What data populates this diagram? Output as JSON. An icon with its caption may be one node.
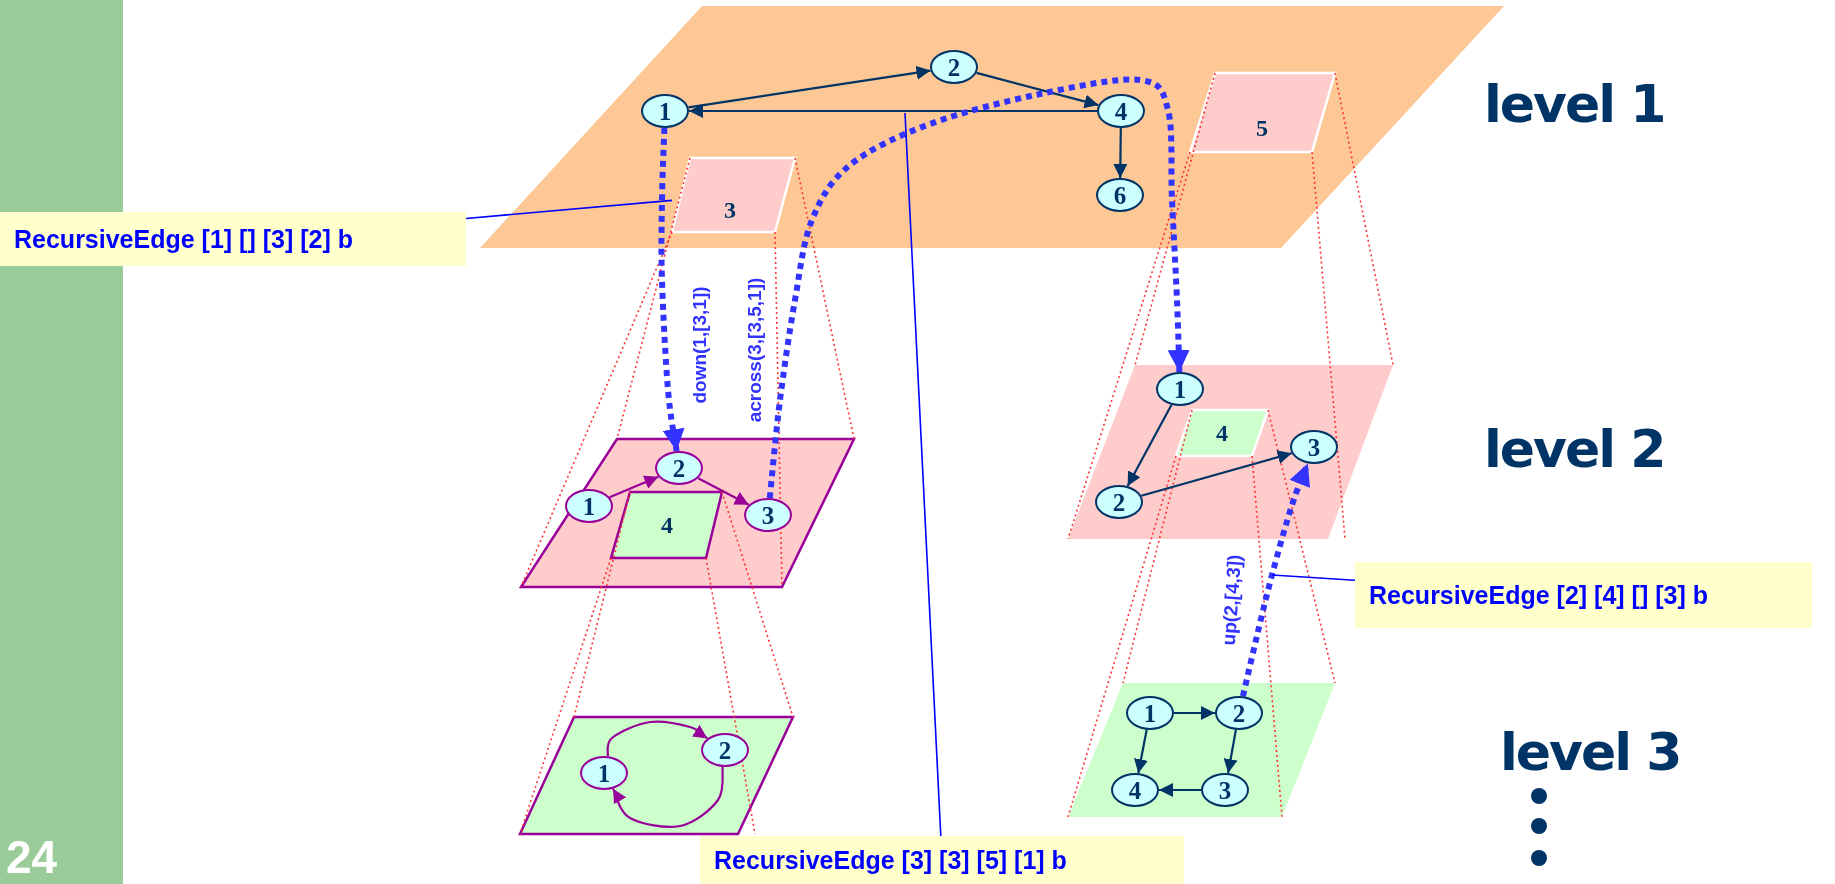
{
  "diagram": {
    "nodes": [
      {
        "text": [],
        "shape": "parallelogram"
      },
      {
        "text": [
          "1"
        ],
        "in": 0
      },
      {
        "text": [
          "2"
        ],
        "in": 0
      },
      {
        "text": [
          "4"
        ],
        "in": 0
      },
      {
        "text": [
          "6"
        ],
        "in": 0
      },
      {
        "text": [
          "3"
        ],
        "in": 0
      },
      {
        "text": [
          "5"
        ],
        "in": 0
      },
      {
        "text": [],
        "shape": "parallelogram"
      },
      {
        "text": [
          "1"
        ],
        "in": 7
      },
      {
        "text": [
          "2"
        ],
        "in": 7
      },
      {
        "text": [
          "3"
        ],
        "in": 7
      },
      {
        "text": [
          "4"
        ],
        "in": 7
      },
      {
        "text": [],
        "shape": "parallelogram"
      },
      {
        "text": [
          "1"
        ],
        "in": 12
      },
      {
        "text": [
          "2"
        ],
        "in": 12
      },
      {
        "text": [
          "3"
        ],
        "in": 12
      },
      {
        "text": [
          "4"
        ],
        "in": 12
      },
      {
        "text": [],
        "shape": "parallelogram"
      },
      {
        "text": [
          "1"
        ],
        "in": 17
      },
      {
        "text": [
          "2"
        ],
        "in": 17
      },
      {
        "text": [],
        "shape": "parallelogram"
      },
      {
        "text": [
          "1"
        ],
        "in": 20
      },
      {
        "text": [
          "2"
        ],
        "in": 20
      },
      {
        "text": [
          "3"
        ],
        "in": 20
      },
      {
        "text": [
          "4"
        ],
        "in": 20
      },
      {
        "text": [
          "RecursiveEdge [1] [] [3] [2] b"
        ]
      },
      {
        "text": [
          "RecursiveEdge [2] [4] [] [3] b"
        ]
      },
      {
        "text": [
          "RecursiveEdge [3] [3] [5] [1] b"
        ]
      }
    ],
    "edges": [
      {
        "from": 1,
        "to": 2,
        "arrow": "to"
      },
      {
        "from": 2,
        "to": 3,
        "arrow": "to"
      },
      {
        "from": 3,
        "to": 1,
        "arrow": "to"
      },
      {
        "from": 3,
        "to": 4,
        "arrow": "to"
      },
      {
        "from": 8,
        "to": 9,
        "arrow": "to",
        "color": "#990099"
      },
      {
        "from": 9,
        "to": 10,
        "arrow": "to",
        "color": "#990099"
      },
      {
        "from": 18,
        "to": 19,
        "arrow": "to",
        "color": "#990099"
      },
      {
        "from": 19,
        "to": 18,
        "arrow": "to",
        "color": "#990099"
      },
      {
        "from": 13,
        "to": 14,
        "arrow": "to"
      },
      {
        "from": 14,
        "to": 15,
        "arrow": "to"
      },
      {
        "from": 21,
        "to": 22,
        "arrow": "to"
      },
      {
        "from": 22,
        "to": 23,
        "arrow": "to"
      },
      {
        "from": 23,
        "to": 24,
        "arrow": "to"
      },
      {
        "from": 21,
        "to": 24,
        "arrow": "to"
      },
      {
        "from": 1,
        "to": 9,
        "arrow": "to",
        "style": "dashed",
        "color": "#3333ff",
        "label": "down(1,[3,1])"
      },
      {
        "from": 10,
        "to": 13,
        "arrow": "to",
        "style": "dashed",
        "color": "#3333ff",
        "label": "across(3,[3,5,1])"
      },
      {
        "from": 22,
        "to": 15,
        "arrow": "to",
        "style": "dashed",
        "color": "#3333ff",
        "label": "up(2,[4,3])"
      },
      {
        "from": 25,
        "to": 5,
        "arrow": "none",
        "color": "#0000ff"
      },
      {
        "from": 26,
        "to": null,
        "arrow": "none",
        "color": "#0000ff"
      },
      {
        "from": 27,
        "to": null,
        "arrow": "none",
        "color": "#0000ff"
      }
    ],
    "labels": [
      "level 1",
      "level 2",
      "level 3",
      "24"
    ]
  }
}
